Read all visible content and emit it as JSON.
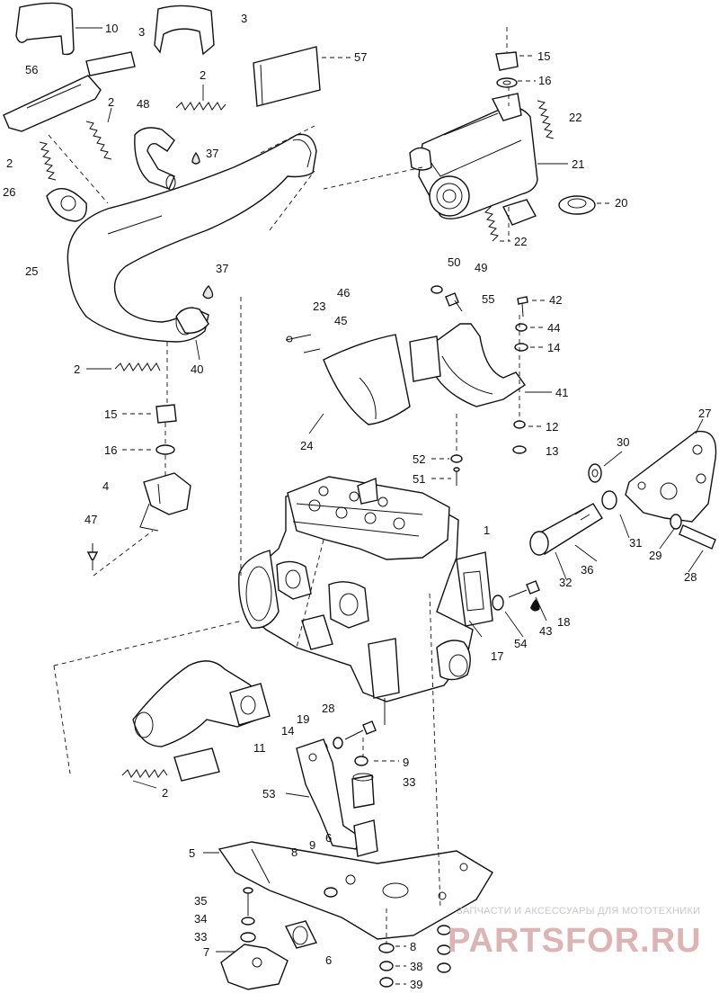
{
  "diagram": {
    "callouts": {
      "c10": "10",
      "c3a": "3",
      "c3b": "3",
      "c56": "56",
      "c57": "57",
      "c15a": "15",
      "c16a": "16",
      "c22a": "22",
      "c2a": "2",
      "c2b": "2",
      "c48": "48",
      "c37a": "37",
      "c21": "21",
      "c20": "20",
      "c2c": "2",
      "c26": "26",
      "c22b": "22",
      "c50": "50",
      "c49": "49",
      "c25": "25",
      "c37b": "37",
      "c46": "46",
      "c23": "23",
      "c55": "55",
      "c42": "42",
      "c45": "45",
      "c44": "44",
      "c14a": "14",
      "c2d": "2",
      "c40": "40",
      "c41": "41",
      "c15b": "15",
      "c12": "12",
      "c27": "27",
      "c16b": "16",
      "c24": "24",
      "c13": "13",
      "c30": "30",
      "c52": "52",
      "c51": "51",
      "c4": "4",
      "c1": "1",
      "c47": "47",
      "c36": "36",
      "c32": "32",
      "c31": "31",
      "c29": "29",
      "c28a": "28",
      "c18": "18",
      "c43": "43",
      "c54": "54",
      "c17": "17",
      "c28b": "28",
      "c19": "19",
      "c14b": "14",
      "c11": "11",
      "c9a": "9",
      "c33a": "33",
      "c2e": "2",
      "c53": "53",
      "c5": "5",
      "c8a": "8",
      "c9b": "9",
      "c6a": "6",
      "c35": "35",
      "c34": "34",
      "c33b": "33",
      "c7": "7",
      "c6b": "6",
      "c8b": "8",
      "c38": "38",
      "c39": "39"
    },
    "watermark": {
      "tagline": "ЗАПЧАСТИ И АКСЕССУАРЫ ДЛЯ МОТОТЕХНИКИ",
      "logo": "PARTSFOR.RU"
    }
  }
}
